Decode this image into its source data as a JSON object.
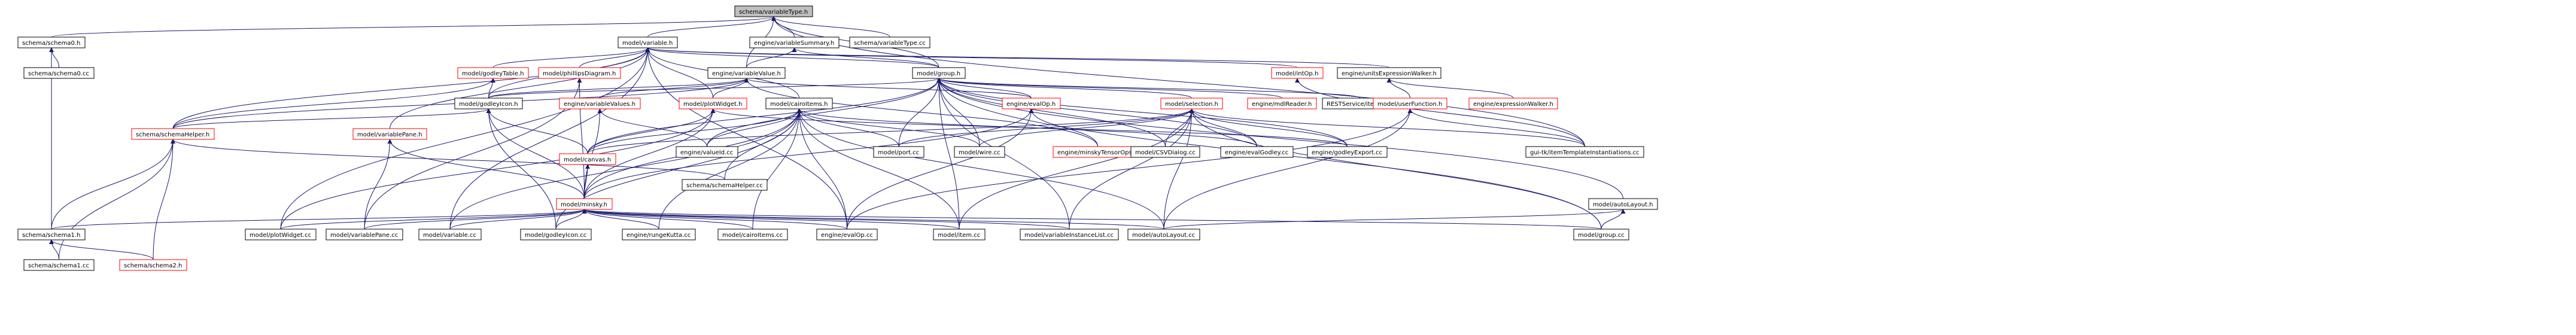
{
  "colors": {
    "edge": "#191970",
    "root_fill": "#bfbfbf",
    "normal_border": "#000000",
    "incomplete_border": "#ff0000"
  },
  "nodes": {
    "n_root": "schema/variableType.h",
    "n_schema0h": "schema/schema0.h",
    "n_schema0cc": "schema/schema0.cc",
    "n_variableh": "model/variable.h",
    "n_varSummary": "engine/variableSummary.h",
    "n_varTypecc": "schema/variableType.cc",
    "n_godleyTable": "model/godleyTable.h",
    "n_phillips": "model/phillipsDiagram.h",
    "n_variableValue": "engine/variableValue.h",
    "n_group": "model/group.h",
    "n_intOp": "model/intOp.h",
    "n_unitsExpr": "engine/unitsExpressionWalker.h",
    "n_exprWalker": "engine/expressionWalker.h",
    "n_godleyIcon": "model/godleyIcon.h",
    "n_engVarValues": "engine/variableValues.h",
    "n_plotWidget": "model/plotWidget.h",
    "n_cairoItems": "model/cairoItems.h",
    "n_evalOph": "engine/evalOp.h",
    "n_selection": "model/selection.h",
    "n_mdlReader": "engine/mdlReader.h",
    "n_restItems": "RESTService/itemRS.h",
    "n_userFunction": "model/userFunction.h",
    "n_schemaHelperh": "schema/schemaHelper.h",
    "n_varPane": "model/variablePane.h",
    "n_canvas": "model/canvas.h",
    "n_valueId": "engine/valueId.cc",
    "n_minskyTensor": "engine/minskyTensorOps.h",
    "n_port": "model/port.cc",
    "n_wire": "model/wire.cc",
    "n_csvDialog": "model/CSVDialog.cc",
    "n_evalGodley": "engine/evalGodley.cc",
    "n_godleyExport": "engine/godleyExport.cc",
    "n_gui": "gui-tk/itemTemplateInstantiations.cc",
    "n_schemaHelpercc": "schema/schemaHelper.cc",
    "n_minsky": "model/minsky.h",
    "n_autoLayouth": "model/autoLayout.h",
    "n_schema1h": "schema/schema1.h",
    "n_schema1cc": "schema/schema1.cc",
    "n_schema2h": "schema/schema2.h",
    "n_plotWidgetcc": "model/plotWidget.cc",
    "n_varPanecc": "model/variablePane.cc",
    "n_variablecc": "model/variable.cc",
    "n_godleyIconcc": "model/godleyIcon.cc",
    "n_rungeKutta": "engine/rungeKutta.cc",
    "n_cairoItemscc": "model/cairoItems.cc",
    "n_evalOpcc": "engine/evalOp.cc",
    "n_itemcc": "model/item.cc",
    "n_varInstance": "model/variableInstanceList.cc",
    "n_autoLayoutcc": "model/autoLayout.cc",
    "n_groupcc": "model/group.cc"
  }
}
